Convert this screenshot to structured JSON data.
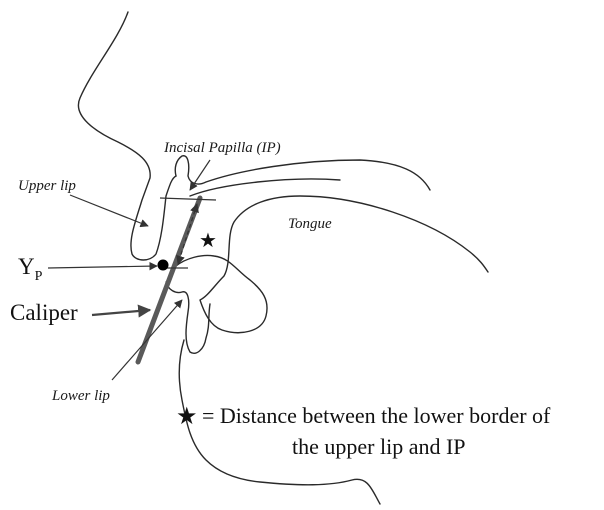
{
  "labels": {
    "incisal_papilla": "Incisal Papilla (IP)",
    "upper_lip": "Upper lip",
    "tongue": "Tongue",
    "yp_main": "Y",
    "yp_sub": "P",
    "caliper": "Caliper",
    "lower_lip": "Lower lip"
  },
  "legend": {
    "symbol": "★",
    "line1": "= Distance between the lower border of",
    "line2": "the upper lip and IP"
  },
  "icons": {
    "star": "star-icon",
    "point": "filled-circle-icon"
  }
}
